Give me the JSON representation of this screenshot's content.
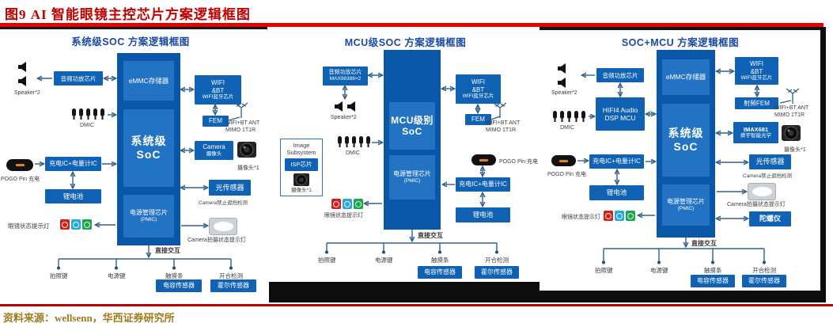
{
  "figure": {
    "title": "图9 AI 智能眼镜主控芯片方案逻辑框图",
    "source": "资料来源：wellsenn，华西证券研究所"
  },
  "colors": {
    "accent_red": "#c00000",
    "box_blue": "#0f62b4",
    "column_blue": "#0a57a8",
    "inner_blue": "#2273c4",
    "panel_title_blue": "#1b4aa2",
    "source_gold": "#9c7c1c",
    "connector_blue": "#31608e",
    "led_red": "#cf2218",
    "led_cyan": "#2ba7df",
    "led_green": "#17a84b"
  },
  "common": {
    "audio_amp": "音频功放芯片",
    "speaker": "Speaker*2",
    "dmic": "DMIC",
    "pogo": "POGO Pin 充电",
    "charge_ic": "充电IC+电量计IC",
    "battery": "锂电池",
    "glasses_led": "眼镜状态提示灯",
    "wifi_l1": "WIFI",
    "wifi_l2": "&BT",
    "wifi_l3": "WIFI蓝牙芯片",
    "fem": "FEM",
    "rf_fem": "射频FEM",
    "ant_l1": "WIFI+BT ANT",
    "ant_l2": "MIMO 1T1R",
    "emmc": "eMMC存储器",
    "pmic_l1": "电源管理芯片",
    "pmic_l2": "(PMIC)",
    "camera_unit": "摄像头*1",
    "light_sensor": "光传感器",
    "camera_block": "Camera禁止遮挡检测",
    "camera_led": "Camera拍摄状态提示灯",
    "gyro": "陀螺仪",
    "direct": "直接交互",
    "photo_key": "拍照键",
    "power_key": "电源键",
    "touch_bar": "触摸条",
    "open_close": "开合检测",
    "cap_sensor": "电容传感器",
    "hall_sensor": "霍尔传感器"
  },
  "panel1": {
    "title": "系统级SOC 方案逻辑框图",
    "soc_l1": "系统级",
    "soc_l2": "SoC",
    "camera_l1": "Camera",
    "camera_l2": "摄像头"
  },
  "panel2": {
    "title": "MCU级SOC 方案逻辑框图",
    "soc_l1": "MCU级别",
    "soc_l2": "SoC",
    "amp_model": "MAX98388×2",
    "img_sub_l1": "Image",
    "img_sub_l2": "Subsystem",
    "isp": "ISP芯片"
  },
  "panel3": {
    "title": "SOC+MCU 方案逻辑框图",
    "soc_l1": "系统级",
    "soc_l2": "SoC",
    "dsp_l1": "HIFI4 Audio",
    "dsp_l2": "DSP MCU",
    "imax_l1": "IMAX681",
    "imax_l2": "舜宇智能光学"
  }
}
